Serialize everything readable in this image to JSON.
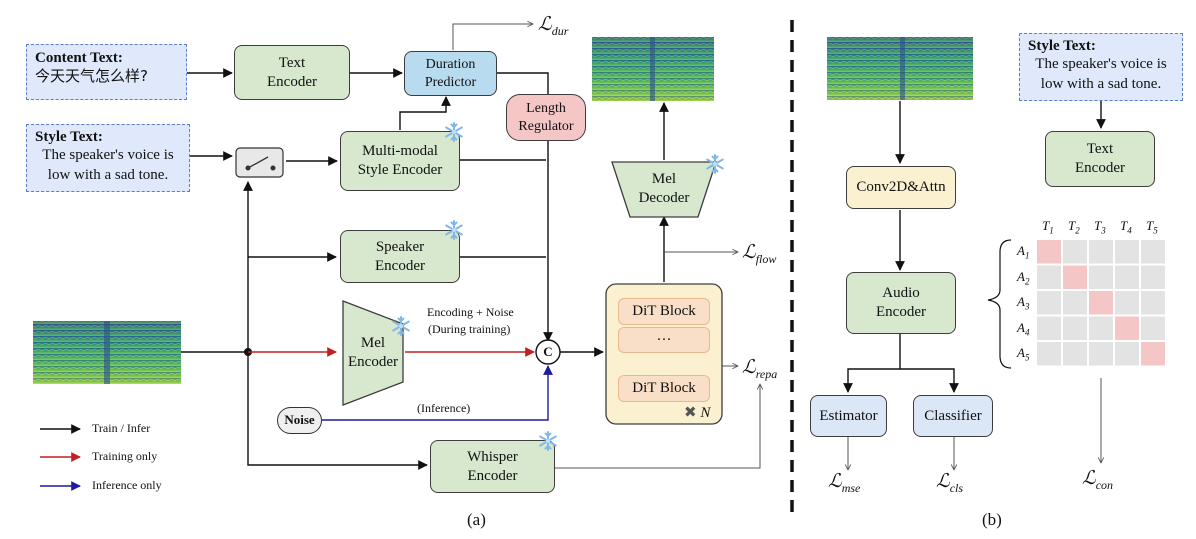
{
  "panel_a": {
    "caption": "(a)",
    "content_text": {
      "title": "Content Text:",
      "body": "今天天气怎么样?"
    },
    "style_text": {
      "title": "Style Text:",
      "body": "The speaker's voice is\nlow with a sad tone."
    },
    "text_encoder": "Text\nEncoder",
    "duration_predictor": "Duration\nPredictor",
    "length_regulator": "Length\nRegulator",
    "multimodal_style_encoder": "Multi-modal\nStyle Encoder",
    "speaker_encoder": "Speaker\nEncoder",
    "mel_encoder": "Mel\nEncoder",
    "mel_decoder": "Mel\nDecoder",
    "whisper_encoder": "Whisper\nEncoder",
    "noise": "Noise",
    "concat": "C",
    "dit_block_top": "DiT Block",
    "dit_ellipsis": "···",
    "dit_block_bottom": "DiT Block",
    "dit_repeat": "N",
    "encoding_noise_label": "Encoding + Noise",
    "during_training_label": "(During training)",
    "inference_label": "(Inference)",
    "loss_dur": {
      "main": "ℒ",
      "sub": "dur"
    },
    "loss_flow": {
      "main": "ℒ",
      "sub": "flow"
    },
    "loss_repa": {
      "main": "ℒ",
      "sub": "repa"
    },
    "legend": [
      {
        "label": "Train / Infer",
        "color": "#111111"
      },
      {
        "label": "Training only",
        "color": "#c0201f"
      },
      {
        "label": "Inference only",
        "color": "#1c1c9c"
      }
    ]
  },
  "panel_b": {
    "caption": "(b)",
    "style_text": {
      "title": "Style Text:",
      "body": "The speaker's voice is\nlow with a sad tone."
    },
    "conv_attn": "Conv2D&Attn",
    "audio_encoder": "Audio\nEncoder",
    "text_encoder": "Text\nEncoder",
    "estimator": "Estimator",
    "classifier": "Classifier",
    "loss_mse": {
      "main": "ℒ",
      "sub": "mse"
    },
    "loss_cls": {
      "main": "ℒ",
      "sub": "cls"
    },
    "loss_con": {
      "main": "ℒ",
      "sub": "con"
    },
    "matrix_cols": [
      "T",
      "T",
      "T",
      "T",
      "T"
    ],
    "matrix_col_subs": [
      "1",
      "2",
      "3",
      "4",
      "5"
    ],
    "matrix_rows": [
      "A",
      "A",
      "A",
      "A",
      "A"
    ],
    "matrix_row_subs": [
      "1",
      "2",
      "3",
      "4",
      "5"
    ]
  },
  "colors": {
    "green": "#d7e8cf",
    "blue": "#b9dbef",
    "pink": "#f5c6c6",
    "yellow": "#fbf0cf",
    "red_arrow": "#c0201f",
    "blue_arrow": "#1c1c9c",
    "matrix_diag": "#f5c6c6",
    "matrix_off": "#e3e3e3"
  }
}
